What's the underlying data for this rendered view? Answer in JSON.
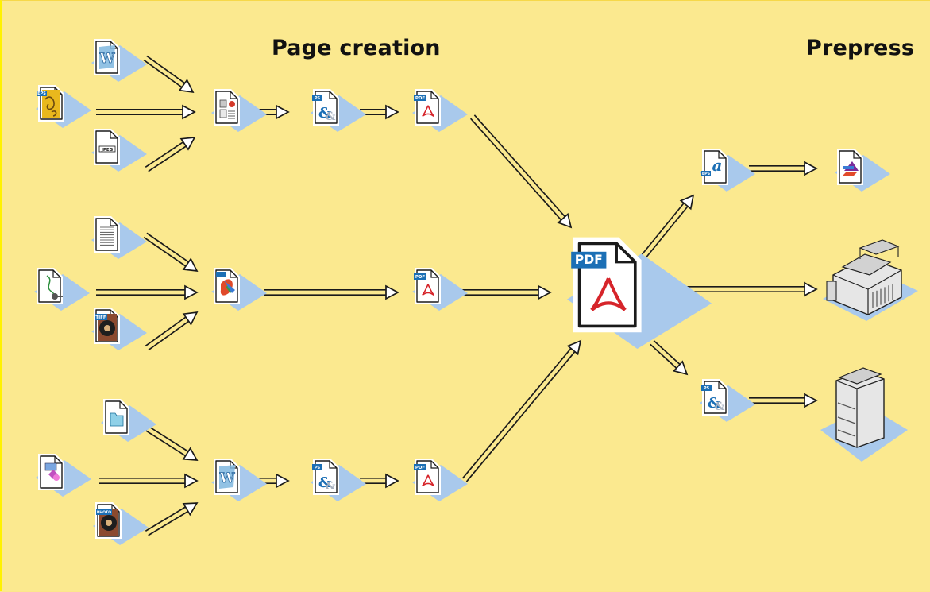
{
  "headings": {
    "page_creation": "Page creation",
    "prepress": "Prepress"
  },
  "labels": {
    "eps": "EPS",
    "pdf": "PDF",
    "ps": "PS",
    "jpeg": "JPEG",
    "tiff": "TIFF",
    "photo": "PHOTO"
  },
  "colors": {
    "background": "#fbe98f",
    "shadow": "#a9c9ec",
    "label_blue": "#1b6fb5",
    "acrobat_red": "#d6242a"
  },
  "icons": [
    "word-doc-icon",
    "eps-illustration-icon",
    "jpeg-doc-icon",
    "layout-doc-icon",
    "postscript-doc-icon",
    "pdf-doc-icon",
    "text-doc-icon",
    "drawing-doc-icon",
    "tiff-image-icon",
    "graphics-doc-icon",
    "folder-doc-icon",
    "shapes-doc-icon",
    "photo-image-icon",
    "eps-font-icon",
    "prepress-doc-icon",
    "imagesetter-icon",
    "printer-icon"
  ]
}
